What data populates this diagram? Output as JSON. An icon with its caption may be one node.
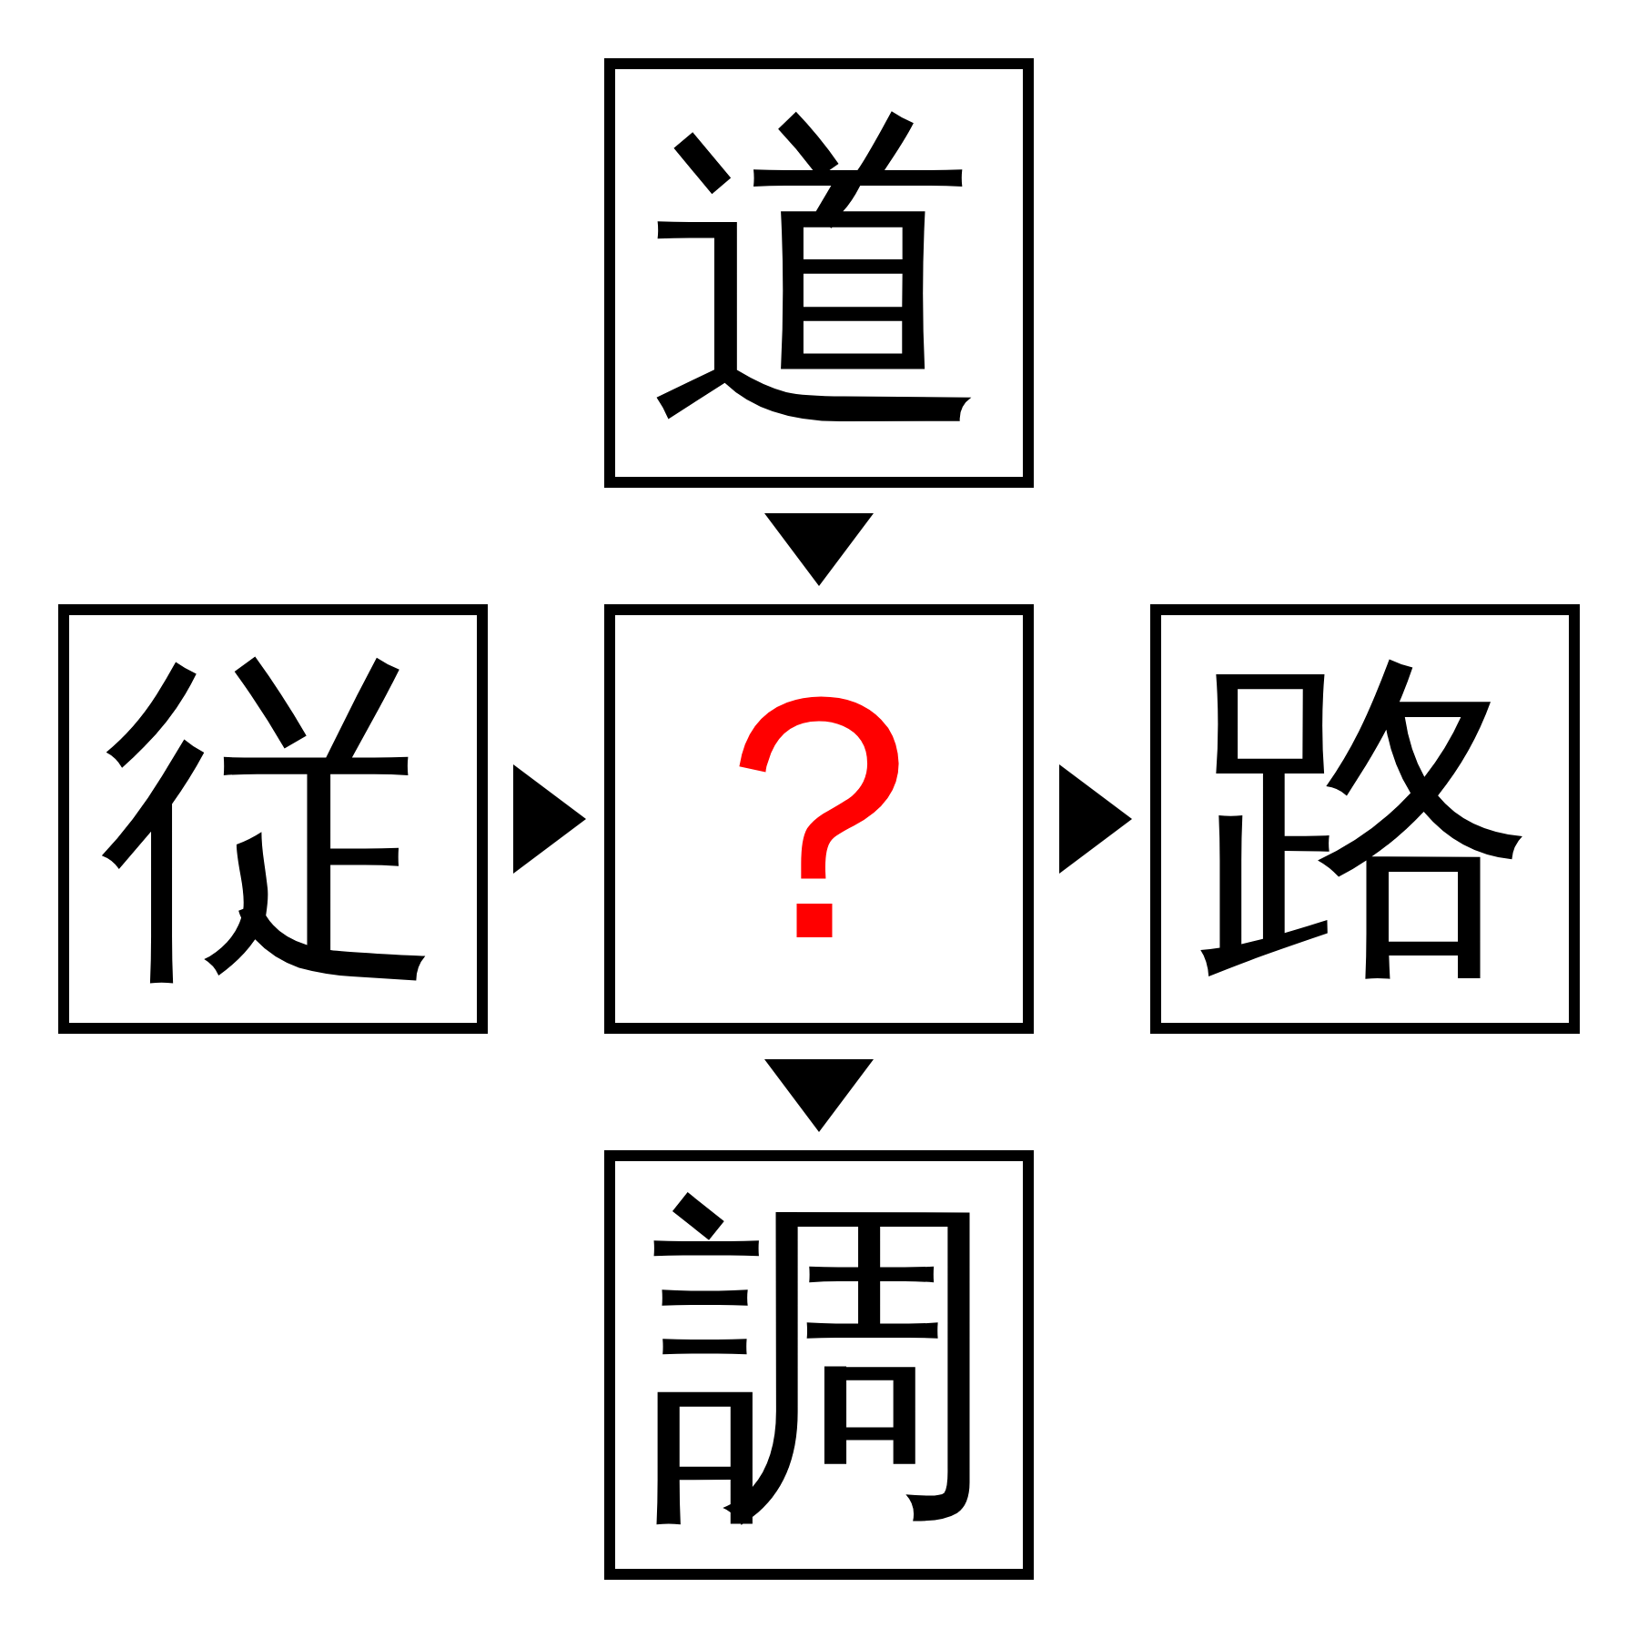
{
  "diagram": {
    "nodes": [
      {
        "text": [
          "道"
        ]
      },
      {
        "text": [
          "従"
        ]
      },
      {
        "text": [
          "？"
        ]
      },
      {
        "text": [
          "路"
        ]
      },
      {
        "text": [
          "調"
        ]
      }
    ],
    "edges": [
      {
        "from": 0,
        "to": 2,
        "arrow": "to"
      },
      {
        "from": 1,
        "to": 2,
        "arrow": "to"
      },
      {
        "from": 2,
        "to": 3,
        "arrow": "to"
      },
      {
        "from": 2,
        "to": 4,
        "arrow": "to"
      }
    ]
  }
}
